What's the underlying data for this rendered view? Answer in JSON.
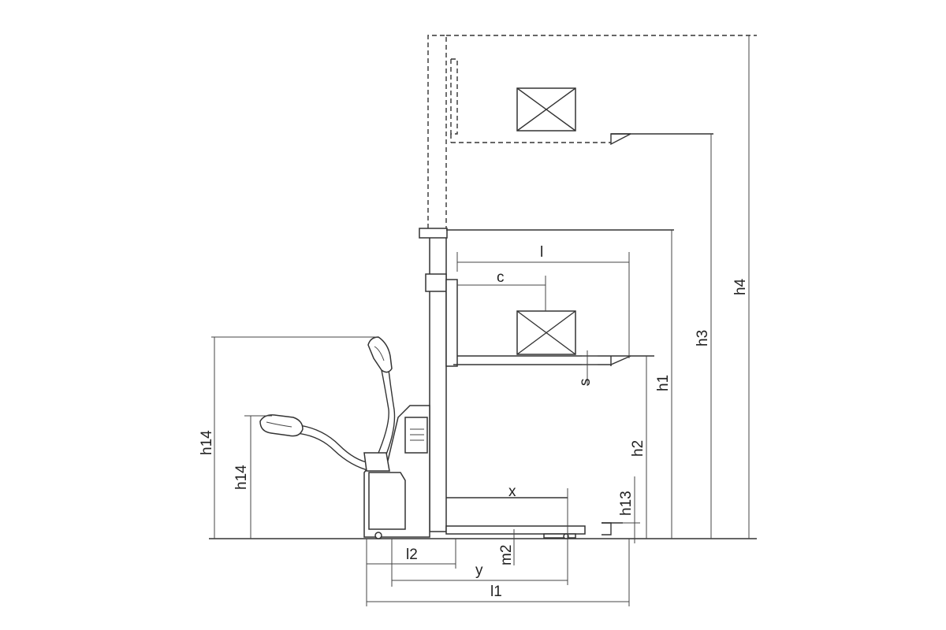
{
  "labels": {
    "h4": "h4",
    "h3": "h3",
    "h1": "h1",
    "h2": "h2",
    "h13": "h13",
    "h14_outer": "h14",
    "h14_inner": "h14",
    "l": "l",
    "c": "c",
    "s": "s",
    "x": "x",
    "l2": "l2",
    "m2": "m2",
    "y": "y",
    "l1": "l1"
  },
  "colors": {
    "line": "#333333",
    "background": "#ffffff"
  }
}
